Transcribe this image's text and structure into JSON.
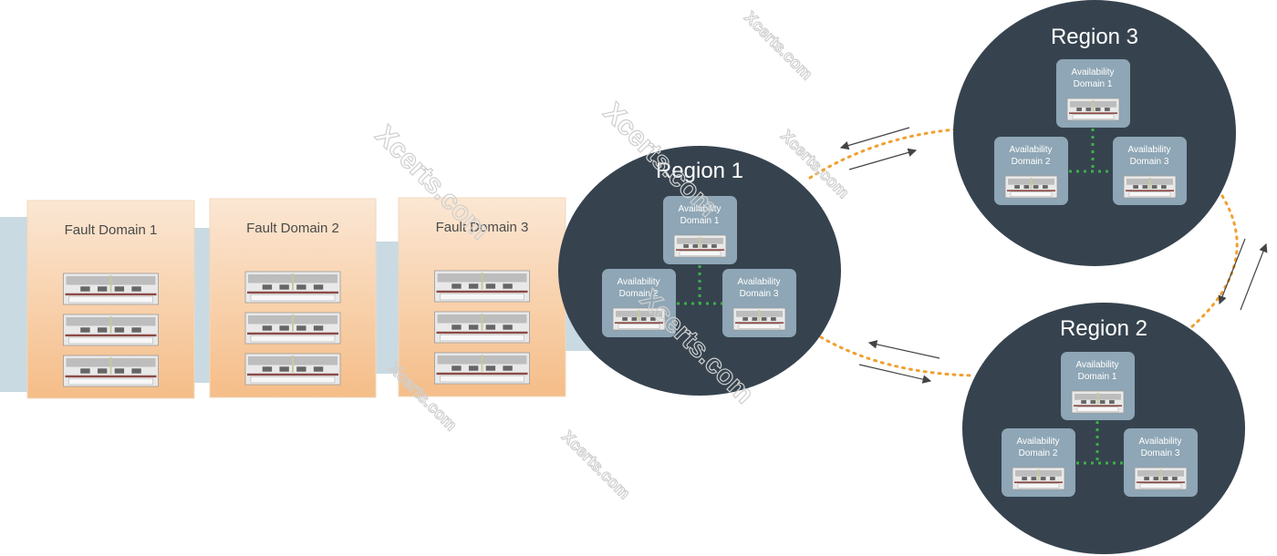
{
  "fault_domains": [
    {
      "label": "Fault Domain 1",
      "servers": 3
    },
    {
      "label": "Fault Domain 2",
      "servers": 3
    },
    {
      "label": "Fault Domain 3",
      "servers": 3
    }
  ],
  "regions": [
    {
      "title": "Region 1",
      "ads": [
        {
          "line1": "Availability",
          "line2": "Domain 1"
        },
        {
          "line1": "Availability",
          "line2": "Domain 2"
        },
        {
          "line1": "Availability",
          "line2": "Domain 3"
        }
      ]
    },
    {
      "title": "Region 2",
      "ads": [
        {
          "line1": "Availability",
          "line2": "Domain 1"
        },
        {
          "line1": "Availability",
          "line2": "Domain 2"
        },
        {
          "line1": "Availability",
          "line2": "Domain 3"
        }
      ]
    },
    {
      "title": "Region 3",
      "ads": [
        {
          "line1": "Availability",
          "line2": "Domain 1"
        },
        {
          "line1": "Availability",
          "line2": "Domain 2"
        },
        {
          "line1": "Availability",
          "line2": "Domain 3"
        }
      ]
    }
  ],
  "watermark": "Xcerts.com",
  "colors": {
    "region": "#36434f",
    "ad_box": "#8ea6b5",
    "band": "#c9dae2",
    "fd_top": "#fbe6d2",
    "fd_bottom": "#f6be8a",
    "replication": "#f0a030",
    "ad_link": "#3fae49"
  }
}
